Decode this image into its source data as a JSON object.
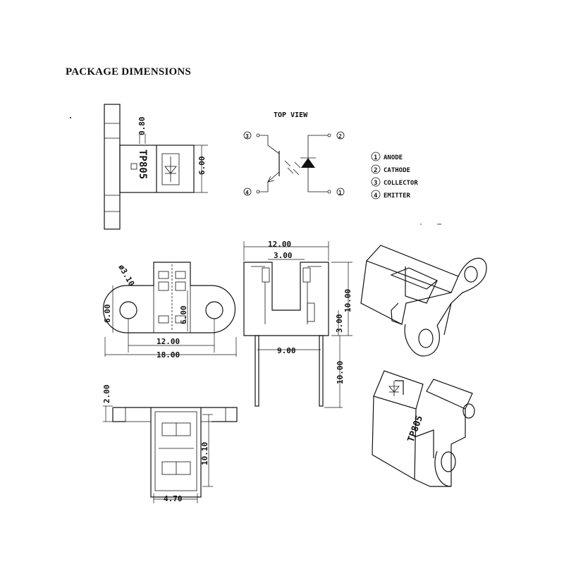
{
  "heading": "PACKAGE DIMENSIONS",
  "top_view": {
    "title": "TOP VIEW",
    "pins": [
      {
        "num": "1",
        "name": "ANODE"
      },
      {
        "num": "2",
        "name": "CATHODE"
      },
      {
        "num": "3",
        "name": "COLLECTOR"
      },
      {
        "num": "4",
        "name": "EMITTER"
      }
    ]
  },
  "part_marking": "TP805",
  "dimensions": {
    "pin_width": "0.80",
    "body_height_top": "6.00",
    "hole_dia": "ø3.10",
    "front_height": "6.00",
    "center_height": "6.00",
    "hole_spacing": "12.00",
    "overall_width": "18.00",
    "side_width": "12.00",
    "slot_width": "3.00",
    "side_height": "10.00",
    "slot_depth": "3.00",
    "lead_spacing": "9.00",
    "lead_length": "10.00",
    "flange_thickness": "2.00",
    "bottom_length": "10.10",
    "bottom_width": "4.70"
  }
}
